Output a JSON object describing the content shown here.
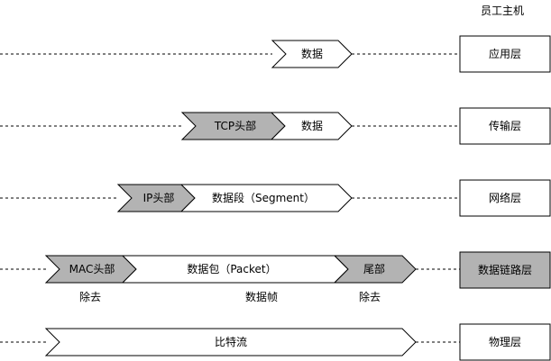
{
  "host_label": "员工主机",
  "colors": {
    "stroke": "#000000",
    "header_fill": "#b3b3b3",
    "body_fill": "#ffffff",
    "highlight_fill": "#b3b3b3"
  },
  "layers": [
    {
      "id": "application",
      "name": "应用层",
      "highlight": false
    },
    {
      "id": "transport",
      "name": "传输层",
      "highlight": false
    },
    {
      "id": "network",
      "name": "网络层",
      "highlight": false
    },
    {
      "id": "datalink",
      "name": "数据链路层",
      "highlight": true
    },
    {
      "id": "physical",
      "name": "物理层",
      "highlight": false
    }
  ],
  "rows": [
    {
      "layer": "application",
      "segments": [
        {
          "label": "数据",
          "kind": "body"
        }
      ]
    },
    {
      "layer": "transport",
      "segments": [
        {
          "label": "TCP头部",
          "kind": "header"
        },
        {
          "label": "数据",
          "kind": "body"
        }
      ]
    },
    {
      "layer": "network",
      "segments": [
        {
          "label": "IP头部",
          "kind": "header"
        },
        {
          "label": "数据段（Segment）",
          "kind": "body"
        }
      ]
    },
    {
      "layer": "datalink",
      "segments": [
        {
          "label": "MAC头部",
          "kind": "header"
        },
        {
          "label": "数据包（Packet）",
          "kind": "body"
        },
        {
          "label": "尾部",
          "kind": "header"
        }
      ]
    },
    {
      "layer": "physical",
      "segments": [
        {
          "label": "比特流",
          "kind": "body"
        }
      ]
    }
  ],
  "annotations": {
    "mac_remove": "除去",
    "frame": "数据帧",
    "trailer_remove": "除去"
  }
}
